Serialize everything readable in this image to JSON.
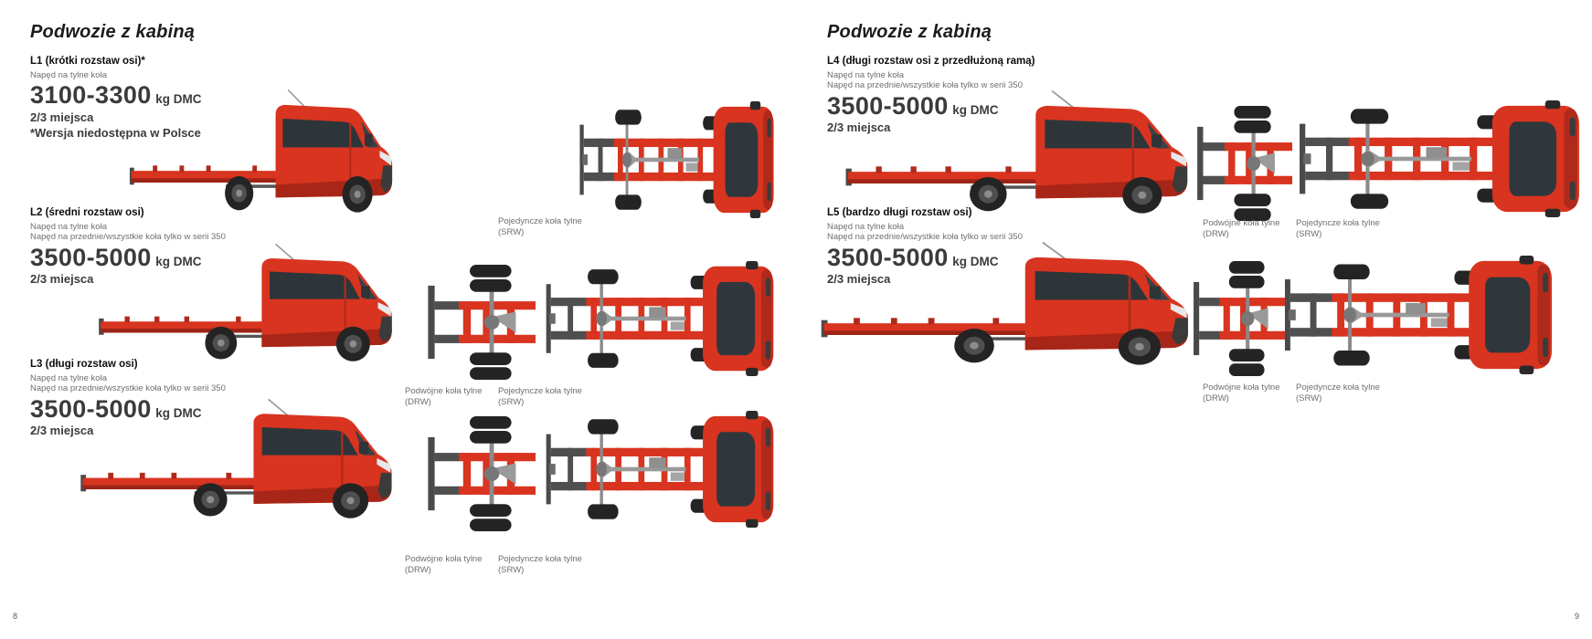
{
  "captions": {
    "drw": {
      "line1": "Podwójne koła tylne",
      "line2": "(DRW)"
    },
    "srw": {
      "line1": "Pojedyncze koła tylne",
      "line2": "(SRW)"
    }
  },
  "colors": {
    "truck_red": "#d83420",
    "truck_red_dark": "#a82617",
    "tire_dark": "#242424",
    "text_dark": "#3b3b3d",
    "text_gray": "#6f6f6f"
  },
  "pages": [
    {
      "number": "8",
      "heading": "Podwozie z kabiną",
      "variants": [
        {
          "title": "L1 (krótki rozstaw osi)*",
          "drive": [
            "Napęd na tylne koła"
          ],
          "weight": "3100-3300",
          "weight_unit": "kg DMC",
          "seats": "2/3 miejsca",
          "note": "*Wersja niedostępna w Polsce"
        },
        {
          "title": "L2 (średni rozstaw osi)",
          "drive": [
            "Napęd na tylne koła",
            "Napęd na przednie/wszystkie koła tylko w serii 350"
          ],
          "weight": "3500-5000",
          "weight_unit": "kg DMC",
          "seats": "2/3 miejsca"
        },
        {
          "title": "L3 (długi rozstaw osi)",
          "drive": [
            "Napęd na tylne koła",
            "Napęd na przednie/wszystkie koła tylko w serii 350"
          ],
          "weight": "3500-5000",
          "weight_unit": "kg DMC",
          "seats": "2/3 miejsca"
        }
      ]
    },
    {
      "number": "9",
      "heading": "Podwozie z kabiną",
      "variants": [
        {
          "title": "L4 (długi rozstaw osi z przedłużoną ramą)",
          "drive": [
            "Napęd na tylne koła",
            "Napęd na przednie/wszystkie koła tylko w serii 350"
          ],
          "weight": "3500-5000",
          "weight_unit": "kg DMC",
          "seats": "2/3 miejsca"
        },
        {
          "title": "L5 (bardzo długi rozstaw osi)",
          "drive": [
            "Napęd na tylne koła",
            "Napęd na przednie/wszystkie koła tylko w serii 350"
          ],
          "weight": "3500-5000",
          "weight_unit": "kg DMC",
          "seats": "2/3 miejsca"
        }
      ]
    }
  ]
}
